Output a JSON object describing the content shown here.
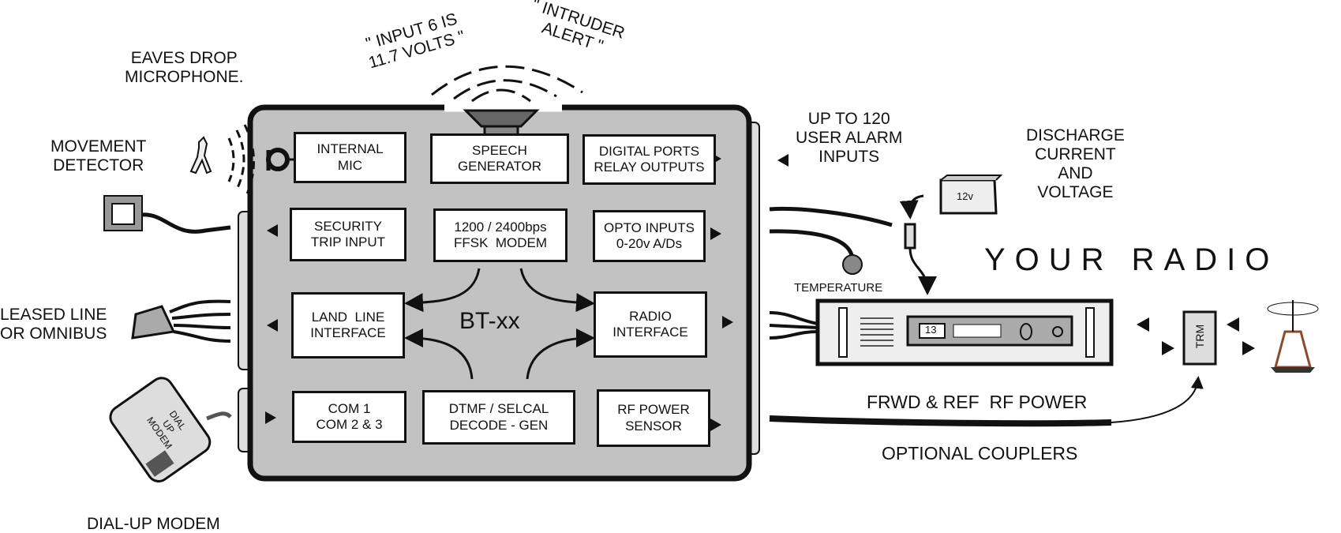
{
  "labels": {
    "eaves": "EAVES DROP\nMICROPHONE.",
    "movement": "MOVEMENT\nDETECTOR",
    "speech1": "\" INPUT 6 IS\n11.7 VOLTS \"",
    "speech2": "\" INTRUDER\nALERT \"",
    "user_alarm": "UP TO 120\nUSER ALARM\nINPUTS",
    "discharge": "DISCHARGE\nCURRENT\nAND\nVOLTAGE",
    "battery": "12v",
    "temperature": "TEMPERATURE",
    "your_radio": "YOUR RADIO",
    "radio_channel": "13",
    "trm": "TRM",
    "leased": "LEASED LINE\nOR OMNIBUS",
    "dialup_caption": "DIAL-UP MODEM",
    "dialup_device": "DIAL\nUP\nMODEM",
    "frwd": "FRWD & REF  RF POWER",
    "couplers": "OPTIONAL COUPLERS",
    "center": "BT-xx"
  },
  "blocks": [
    {
      "id": "internal-mic",
      "text": "INTERNAL\nMIC"
    },
    {
      "id": "speech-generator",
      "text": "SPEECH\nGENERATOR"
    },
    {
      "id": "digital-ports",
      "text": "DIGITAL PORTS\nRELAY OUTPUTS"
    },
    {
      "id": "security-trip",
      "text": "SECURITY\nTRIP INPUT"
    },
    {
      "id": "ffsk-modem",
      "text": "1200 / 2400bps\nFFSK  MODEM"
    },
    {
      "id": "opto-inputs",
      "text": "OPTO INPUTS\n0-20v A/Ds"
    },
    {
      "id": "land-line",
      "text": "LAND  LINE\nINTERFACE"
    },
    {
      "id": "radio-interface",
      "text": "RADIO\nINTERFACE"
    },
    {
      "id": "com-ports",
      "text": "COM 1\nCOM 2 & 3"
    },
    {
      "id": "dtmf-selcal",
      "text": "DTMF / SELCAL\nDECODE - GEN"
    },
    {
      "id": "rf-power",
      "text": "RF POWER\nSENSOR"
    }
  ]
}
